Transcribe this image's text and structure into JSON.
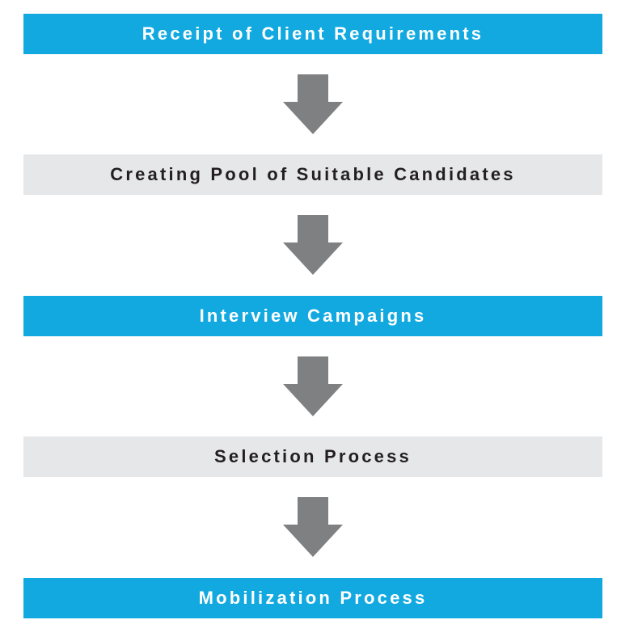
{
  "steps": [
    {
      "label": "Receipt of Client Requirements",
      "style": "blue"
    },
    {
      "label": "Creating Pool of Suitable Candidates",
      "style": "gray"
    },
    {
      "label": "Interview Campaigns",
      "style": "blue"
    },
    {
      "label": "Selection Process",
      "style": "gray"
    },
    {
      "label": "Mobilization Process",
      "style": "blue"
    }
  ],
  "colors": {
    "blue": "#12a9e1",
    "gray": "#e6e7e9",
    "arrow": "#7f8082",
    "dark_text": "#231f20",
    "light_text": "#ffffff"
  },
  "icons": {
    "connector": "arrow-down-icon"
  }
}
